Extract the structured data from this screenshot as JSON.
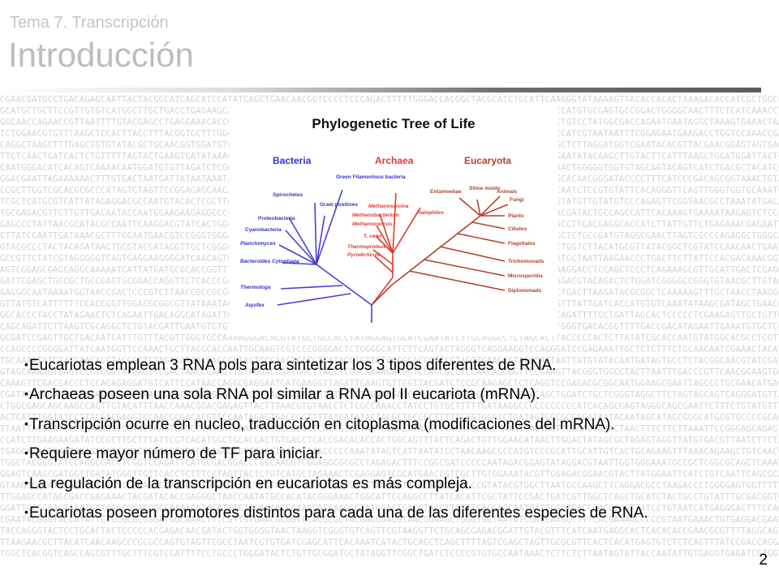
{
  "header": {
    "subtitle": "Tema 7. Transcripción",
    "title": "Introducción"
  },
  "figure": {
    "title": "Phylogenetic Tree of Life",
    "domains": [
      {
        "name": "Bacteria",
        "color": "#3333cc"
      },
      {
        "name": "Archaea",
        "color": "#e03a2f"
      },
      {
        "name": "Eucaryota",
        "color": "#b0442e"
      }
    ],
    "bacteria_labels": [
      "Green Filamentous bacteria",
      "Spirochetes",
      "Gram positives",
      "Proteobacteria",
      "Cyanobacteria",
      "Planctomyces",
      "Bacteroides Cytophaga",
      "Thermotoga",
      "Aquifex"
    ],
    "archaea_labels": [
      "Methanosarcina",
      "Methanobacterium",
      "Halophiles",
      "Methanococcus",
      "T. celer",
      "Thermoproteus",
      "Pyrodicticum"
    ],
    "eucaryota_labels": [
      "Entamoebae",
      "Slime molds",
      "Animals",
      "Fungi",
      "Plants",
      "Ciliates",
      "Flagellates",
      "Trichomonads",
      "Microsporidia",
      "Diplomonads"
    ]
  },
  "bullets": [
    "Eucariotas emplean 3 RNA pols para sintetizar los 3 tipos diferentes de RNA.",
    "Archaeas poseen una sola RNA pol similar a RNA pol II eucariota (mRNA).",
    "Transcripción ocurre en nucleo, traducción en citoplasma (modificaciones del mRNA).",
    "Requiere mayor número de TF para iniciar.",
    "La regulación de la transcripción en eucariotas es más compleja.",
    "Eucariotas poseen promotores distintos para cada una de las diferentes especies de RNA."
  ],
  "bullet_marker": "•",
  "page_number": "2"
}
